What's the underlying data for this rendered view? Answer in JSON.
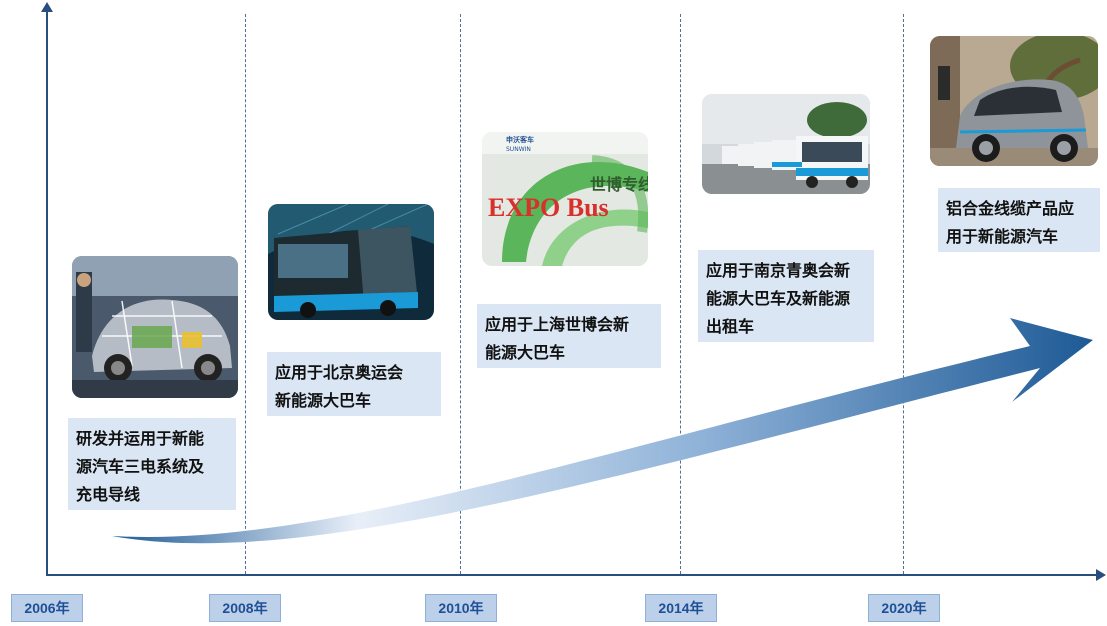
{
  "timeline": {
    "years": [
      "2006年",
      "2008年",
      "2010年",
      "2014年",
      "2020年"
    ],
    "milestones": [
      {
        "lines": [
          "研发并运用于新能",
          "源汽车三电系统及",
          "充电导线"
        ]
      },
      {
        "lines": [
          "应用于北京奥运会",
          "新能源大巴车"
        ]
      },
      {
        "lines": [
          "应用于上海世博会新",
          "能源大巴车"
        ]
      },
      {
        "lines": [
          "应用于南京青奥会新",
          "能源大巴车及新能源",
          "出租车"
        ]
      },
      {
        "lines": [
          "铝合金线缆产品应",
          "用于新能源汽车"
        ]
      }
    ],
    "photo_text": {
      "expo_brand_cn": "申沃客车",
      "expo_brand_en": "SUNWIN",
      "expo_title": "EXPO Bus",
      "expo_line": "世博专线"
    }
  },
  "colors": {
    "axis": "#2a4d80",
    "year_badge": "#bcd0ea",
    "year_text": "#1f4f95",
    "caption_bg": "#dbe6f4",
    "arrow_dark": "#1e5a96",
    "arrow_light": "#e8eff8"
  }
}
